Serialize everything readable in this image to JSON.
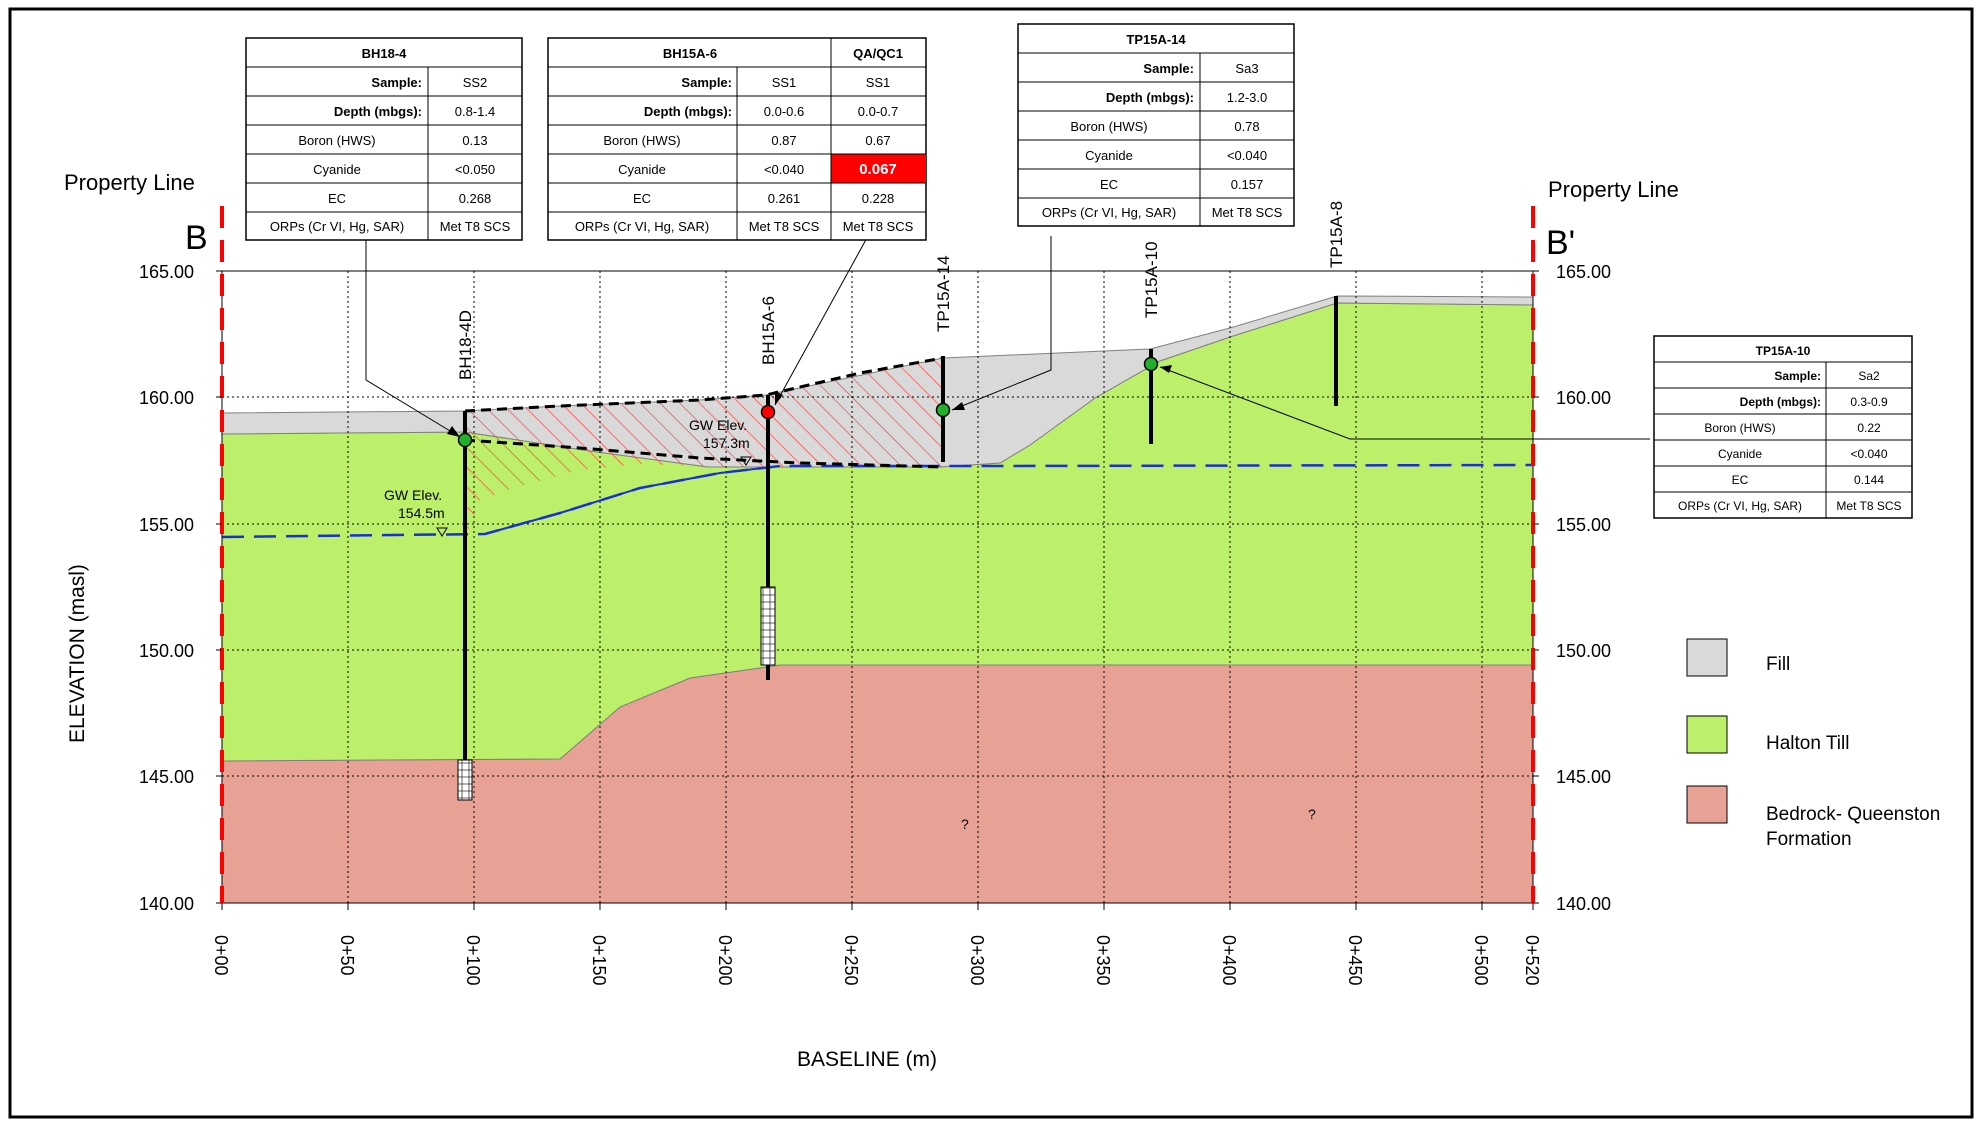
{
  "labels": {
    "property_line_left": "Property Line",
    "property_line_right": "Property Line",
    "section_start": "B",
    "section_end": "B'",
    "y_axis_title": "ELEVATION (masl)",
    "x_axis_title": "BASELINE (m)",
    "unknown_mark": "?"
  },
  "y_ticks": [
    "165.00",
    "160.00",
    "155.00",
    "150.00",
    "145.00",
    "140.00"
  ],
  "x_ticks": [
    "0+00",
    "0+50",
    "0+100",
    "0+150",
    "0+200",
    "0+250",
    "0+300",
    "0+350",
    "0+400",
    "0+450",
    "0+500",
    "0+520"
  ],
  "boreholes": [
    "BH18-4D",
    "BH15A-6",
    "TP15A-14",
    "TP15A-10",
    "TP15A-8"
  ],
  "gw_labels": [
    {
      "line1": "GW Elev.",
      "line2": "154.5m"
    },
    {
      "line1": "GW Elev.",
      "line2": "157.3m"
    }
  ],
  "legend": [
    {
      "label": "Fill",
      "color": "#d9d9d9"
    },
    {
      "label": "Halton Till",
      "color": "#bdf06a"
    },
    {
      "label": "Bedrock- Queenston",
      "label2": "Formation",
      "color": "#e8a295"
    }
  ],
  "tables": {
    "bh18_4": {
      "title": "BH18-4",
      "rows": [
        [
          "Sample:",
          "SS2"
        ],
        [
          "Depth (mbgs):",
          "0.8-1.4"
        ],
        [
          "Boron (HWS)",
          "0.13"
        ],
        [
          "Cyanide",
          "<0.050"
        ],
        [
          "EC",
          "0.268"
        ],
        [
          "ORPs (Cr VI, Hg, SAR)",
          "Met T8 SCS"
        ]
      ]
    },
    "bh15a_6": {
      "title": "BH15A-6",
      "title2": "QA/QC1",
      "rows": [
        [
          "Sample:",
          "SS1",
          "SS1"
        ],
        [
          "Depth (mbgs):",
          "0.0-0.6",
          "0.0-0.7"
        ],
        [
          "Boron (HWS)",
          "0.87",
          "0.67"
        ],
        [
          "Cyanide",
          "<0.040",
          "0.067"
        ],
        [
          "EC",
          "0.261",
          "0.228"
        ],
        [
          "ORPs (Cr VI, Hg, SAR)",
          "Met T8 SCS",
          "Met T8 SCS"
        ]
      ]
    },
    "tp15a_14": {
      "title": "TP15A-14",
      "rows": [
        [
          "Sample:",
          "Sa3"
        ],
        [
          "Depth (mbgs):",
          "1.2-3.0"
        ],
        [
          "Boron (HWS)",
          "0.78"
        ],
        [
          "Cyanide",
          "<0.040"
        ],
        [
          "EC",
          "0.157"
        ],
        [
          "ORPs (Cr VI, Hg, SAR)",
          "Met T8 SCS"
        ]
      ]
    },
    "tp15a_10": {
      "title": "TP15A-10",
      "rows": [
        [
          "Sample:",
          "Sa2"
        ],
        [
          "Depth (mbgs):",
          "0.3-0.9"
        ],
        [
          "Boron (HWS)",
          "0.22"
        ],
        [
          "Cyanide",
          "<0.040"
        ],
        [
          "EC",
          "0.144"
        ],
        [
          "ORPs (Cr VI, Hg, SAR)",
          "Met T8 SCS"
        ]
      ]
    }
  },
  "colors": {
    "fill": "#d9d9d9",
    "till": "#bdf06a",
    "bedrock": "#e8a295",
    "exceedance": "#ff0000",
    "groundwater": "#1a2fd6",
    "property_line": "#ff0000"
  }
}
